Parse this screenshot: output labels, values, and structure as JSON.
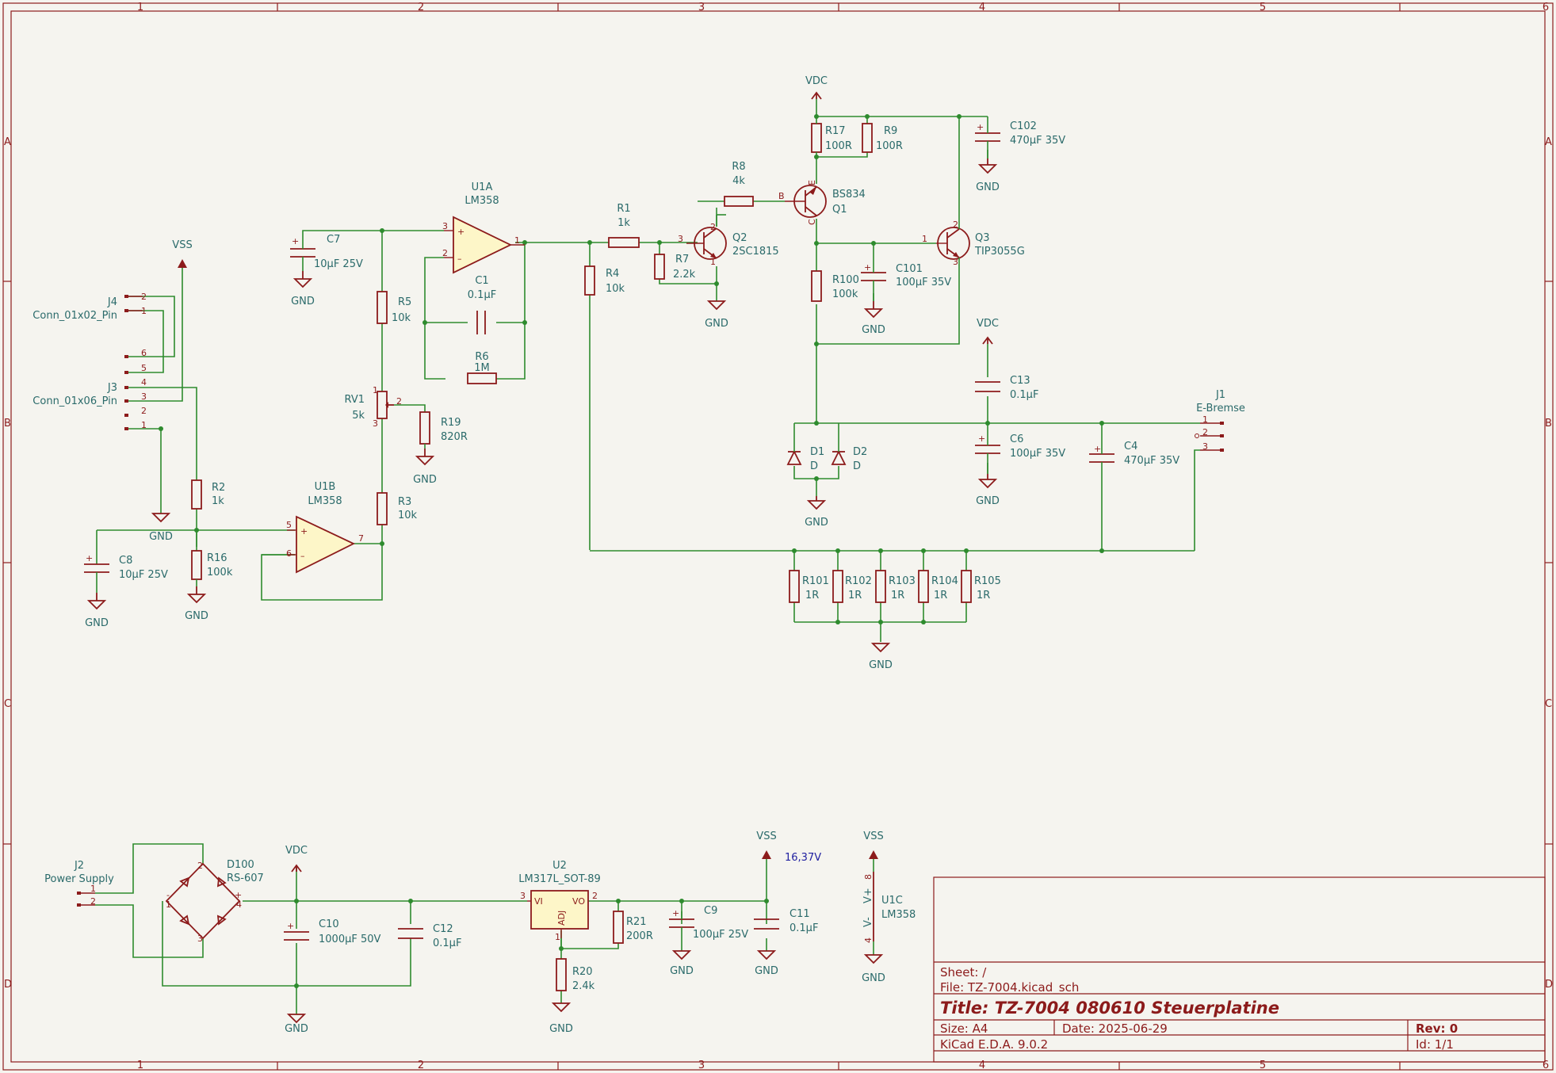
{
  "frame": {
    "col_labels": [
      "1",
      "2",
      "3",
      "4",
      "5",
      "6"
    ],
    "row_labels": [
      "A",
      "B",
      "C",
      "D"
    ]
  },
  "title_block": {
    "sheet": "Sheet: /",
    "file": "File: TZ-7004.kicad_sch",
    "title": "Title: TZ-7004 080610 Steuerplatine",
    "size": "Size: A4",
    "date": "Date: 2025-06-29",
    "rev": "Rev: 0",
    "tool": "KiCad E.D.A. 9.0.2",
    "id": "Id: 1/1"
  },
  "labels": {
    "vdc": "VDC",
    "vss": "VSS",
    "gnd": "GND",
    "voltage_reading": "16,37V"
  },
  "components": {
    "j4": {
      "ref": "J4",
      "value": "Conn_01x02_Pin",
      "pins": [
        "2",
        "1"
      ]
    },
    "j3": {
      "ref": "J3",
      "value": "Conn_01x06_Pin",
      "pins": [
        "6",
        "5",
        "4",
        "3",
        "2",
        "1"
      ]
    },
    "j1": {
      "ref": "J1",
      "value": "E-Bremse",
      "pins": [
        "1",
        "2",
        "3"
      ]
    },
    "j2": {
      "ref": "J2",
      "value": "Power Supply",
      "pins": [
        "1",
        "2"
      ]
    },
    "c7": {
      "ref": "C7",
      "value": "10µF 25V"
    },
    "u1a": {
      "ref": "U1A",
      "value": "LM358",
      "pins": [
        "3",
        "2",
        "1"
      ]
    },
    "c1": {
      "ref": "C1",
      "value": "0.1µF"
    },
    "r6": {
      "ref": "R6",
      "value": "1M"
    },
    "r5": {
      "ref": "R5",
      "value": "10k"
    },
    "rv1": {
      "ref": "RV1",
      "value": "5k",
      "pins": [
        "1",
        "2",
        "3"
      ]
    },
    "r19": {
      "ref": "R19",
      "value": "820R"
    },
    "r3": {
      "ref": "R3",
      "value": "10k"
    },
    "u1b": {
      "ref": "U1B",
      "value": "LM358",
      "pins": [
        "5",
        "6",
        "7"
      ]
    },
    "r2": {
      "ref": "R2",
      "value": "1k"
    },
    "r16": {
      "ref": "R16",
      "value": "100k"
    },
    "c8": {
      "ref": "C8",
      "value": "10µF 25V"
    },
    "r1": {
      "ref": "R1",
      "value": "1k"
    },
    "r4": {
      "ref": "R4",
      "value": "10k"
    },
    "r7": {
      "ref": "R7",
      "value": "2.2k"
    },
    "q2": {
      "ref": "Q2",
      "value": "2SC1815",
      "pins": [
        "3",
        "2",
        "1"
      ]
    },
    "r8": {
      "ref": "R8",
      "value": "4k"
    },
    "q1": {
      "ref": "Q1",
      "value": "BS834",
      "pins": [
        "B",
        "C",
        "E"
      ]
    },
    "r17": {
      "ref": "R17",
      "value": "100R"
    },
    "r9": {
      "ref": "R9",
      "value": "100R"
    },
    "c102": {
      "ref": "C102",
      "value": "470µF 35V"
    },
    "q3": {
      "ref": "Q3",
      "value": "TIP3055G",
      "pins": [
        "1",
        "2",
        "3"
      ]
    },
    "r100": {
      "ref": "R100",
      "value": "100k"
    },
    "c101": {
      "ref": "C101",
      "value": "100µF 35V"
    },
    "c13": {
      "ref": "C13",
      "value": "0.1µF"
    },
    "c6": {
      "ref": "C6",
      "value": "100µF 35V"
    },
    "c4": {
      "ref": "C4",
      "value": "470µF 35V"
    },
    "d1": {
      "ref": "D1",
      "value": "D"
    },
    "d2": {
      "ref": "D2",
      "value": "D"
    },
    "r101": {
      "ref": "R101",
      "value": "1R"
    },
    "r102": {
      "ref": "R102",
      "value": "1R"
    },
    "r103": {
      "ref": "R103",
      "value": "1R"
    },
    "r104": {
      "ref": "R104",
      "value": "1R"
    },
    "r105": {
      "ref": "R105",
      "value": "1R"
    },
    "d100": {
      "ref": "D100",
      "value": "RS-607",
      "pins": [
        "2",
        "1",
        "4",
        "3"
      ],
      "plus": "+",
      "minus": "-"
    },
    "c10": {
      "ref": "C10",
      "value": "1000µF 50V"
    },
    "c12": {
      "ref": "C12",
      "value": "0.1µF"
    },
    "u2": {
      "ref": "U2",
      "value": "LM317L_SOT-89",
      "pin_vi": "VI",
      "pin_vo": "VO",
      "pin_adj": "ADJ",
      "pins": [
        "3",
        "2",
        "1"
      ]
    },
    "r21": {
      "ref": "R21",
      "value": "200R"
    },
    "r20": {
      "ref": "R20",
      "value": "2.4k"
    },
    "c9": {
      "ref": "C9",
      "value": "100µF 25V"
    },
    "c11": {
      "ref": "C11",
      "value": "0.1µF"
    },
    "u1c": {
      "ref": "U1C",
      "value": "LM358",
      "v_plus": "V+",
      "v_minus": "V-",
      "pins": [
        "8",
        "4"
      ]
    }
  }
}
